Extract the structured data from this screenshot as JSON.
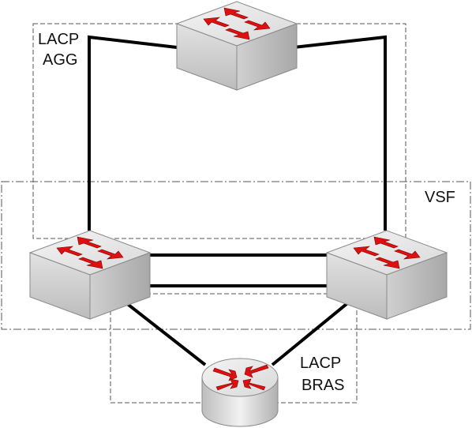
{
  "labels": {
    "lacp_agg_line1": "LACP",
    "lacp_agg_line2": "AGG",
    "vsf": "VSF",
    "lacp_bras_line1": "LACP",
    "lacp_bras_line2": "BRAS"
  },
  "nodes": [
    {
      "id": "switch-top",
      "type": "switch",
      "icon": "switch-icon"
    },
    {
      "id": "switch-left",
      "type": "switch",
      "icon": "switch-icon"
    },
    {
      "id": "switch-right",
      "type": "switch",
      "icon": "switch-icon"
    },
    {
      "id": "router-bottom",
      "type": "router",
      "icon": "router-icon"
    }
  ],
  "colors": {
    "device_top": "#e6e6e6",
    "device_front": "#d2d2d2",
    "device_side": "#bdbdbd",
    "arrow": "#e01010",
    "link": "#000000",
    "group_border": "#555555"
  }
}
